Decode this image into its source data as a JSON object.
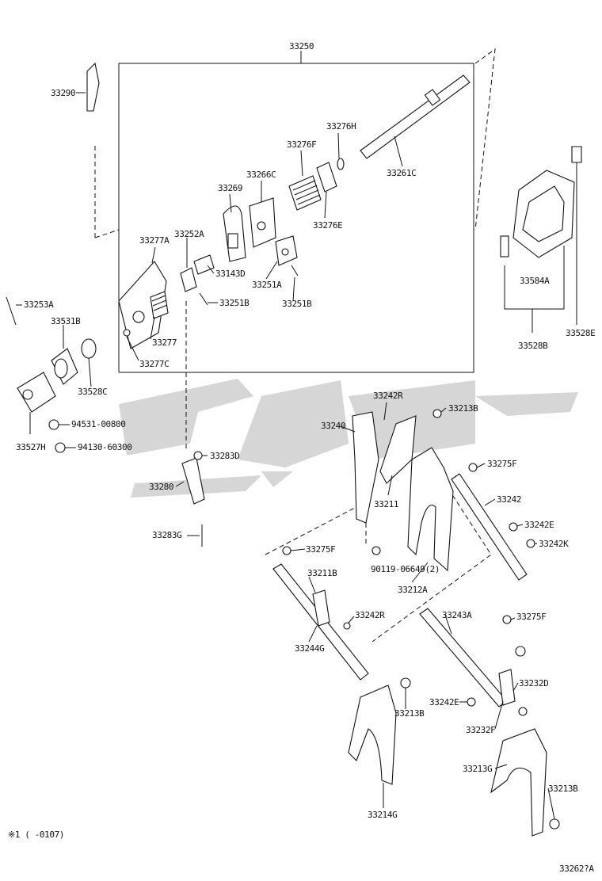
{
  "diagram": {
    "labels": {
      "p33250": "33250",
      "p33290": "33290",
      "p33276H": "33276H",
      "p33276F": "33276F",
      "p33266C": "33266C",
      "p33269": "33269",
      "p33261C": "33261C",
      "p33276E": "33276E",
      "p33277A": "33277A",
      "p33252A": "33252A",
      "p33143D": "33143D",
      "p33251A": "33251A",
      "p33251B_a": "33251B",
      "p33251B_b": "33251B",
      "p33253A": "33253A",
      "p33531B": "33531B",
      "p33277": "33277",
      "p33277C": "33277C",
      "p33528C": "33528C",
      "p33527H": "33527H",
      "p94531": "94531-00800",
      "p94130": "94130-60300",
      "p33584A": "33584A",
      "p33528B": "33528B",
      "p33528E": "33528E",
      "p33242R_a": "33242R",
      "p33213B_a": "33213B",
      "p33240": "33240",
      "p33275F_a": "33275F",
      "p33283D": "33283D",
      "p33211": "33211",
      "p33242": "33242",
      "p33280": "33280",
      "p33242E_a": "33242E",
      "p33242K": "33242K",
      "p33283G": "33283G",
      "p33275F_b": "33275F",
      "p90119": "90119-06649(2)",
      "p33211B": "33211B",
      "p33212A": "33212A",
      "p33243A": "33243A",
      "p33275F_c": "33275F",
      "p33242R_b": "33242R",
      "p33244G": "33244G",
      "p33232D": "33232D",
      "p33213B_b": "33213B",
      "p33242E_b": "33242E",
      "p33232F": "33232F",
      "p33213G": "33213G",
      "p33213B_c": "33213B",
      "p33214G": "33214G",
      "footnote": "※1 (    -0107)",
      "figure_id": "33262?A"
    }
  }
}
